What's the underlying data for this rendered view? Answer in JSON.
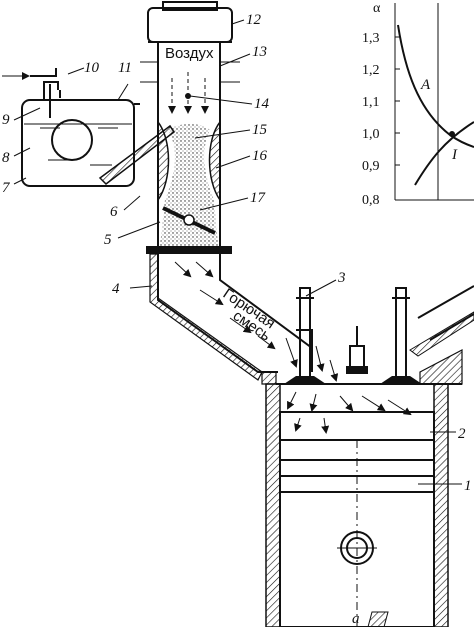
{
  "labels": {
    "n1": "1",
    "n2": "2",
    "n3": "3",
    "n4": "4",
    "n5": "5",
    "n6": "6",
    "n7": "7",
    "n8": "8",
    "n9": "9",
    "n10": "10",
    "n11": "11",
    "n12": "12",
    "n13": "13",
    "n14": "14",
    "n15": "15",
    "n16": "16",
    "n17": "17"
  },
  "texts": {
    "air": "Воздух",
    "mixture_line1": "Горючая",
    "mixture_line2": "смесь",
    "subfigure": "а"
  },
  "inset_graph": {
    "axis_label": "α",
    "y_ticks": [
      "1,3",
      "1,2",
      "1,1",
      "1,0",
      "0,9",
      "0,8"
    ],
    "curve_label_A": "A",
    "curve_label_I": "I"
  }
}
